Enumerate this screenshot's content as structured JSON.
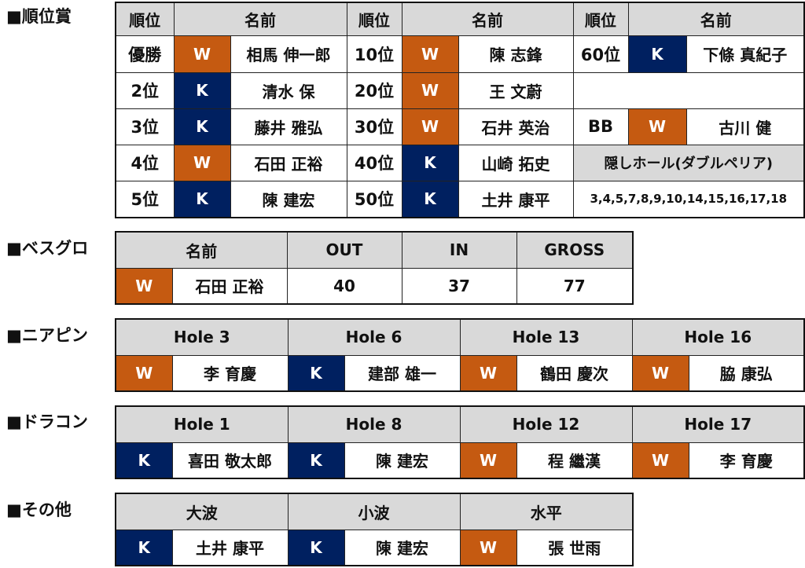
{
  "sections": {
    "ranking": "■順位賞",
    "best_gross": "■ベスグロ",
    "near_pin": "■ニアピン",
    "drive": "■ドラコン",
    "other": "■その他"
  },
  "ranking": {
    "header": {
      "rank": "順位",
      "name": "名前"
    },
    "col1": [
      {
        "rank": "優勝",
        "team": "W",
        "name": "相馬 伸一郎"
      },
      {
        "rank": "2位",
        "team": "K",
        "name": "清水 保"
      },
      {
        "rank": "3位",
        "team": "K",
        "name": "藤井 雅弘"
      },
      {
        "rank": "4位",
        "team": "W",
        "name": "石田 正裕"
      },
      {
        "rank": "5位",
        "team": "K",
        "name": "陳 建宏"
      }
    ],
    "col2": [
      {
        "rank": "10位",
        "team": "W",
        "name": "陳 志鋒"
      },
      {
        "rank": "20位",
        "team": "W",
        "name": "王 文蔚"
      },
      {
        "rank": "30位",
        "team": "W",
        "name": "石井 英治"
      },
      {
        "rank": "40位",
        "team": "K",
        "name": "山崎 拓史"
      },
      {
        "rank": "50位",
        "team": "K",
        "name": "土井 康平"
      }
    ],
    "col3": {
      "row1": {
        "rank": "60位",
        "team": "K",
        "name": "下條 真紀子"
      },
      "bb": {
        "rank": "BB",
        "team": "W",
        "name": "古川 健"
      },
      "hidden_holes_title": "隠しホール(ダブルペリア)",
      "hidden_holes": "3,4,5,7,8,9,10,14,15,16,17,18"
    }
  },
  "best_gross": {
    "headers": {
      "name": "名前",
      "out": "OUT",
      "in": "IN",
      "gross": "GROSS"
    },
    "row": {
      "team": "W",
      "name": "石田 正裕",
      "out": "40",
      "in": "37",
      "gross": "77"
    }
  },
  "near_pin": [
    {
      "hole": "Hole 3",
      "team": "W",
      "name": "李 育慶"
    },
    {
      "hole": "Hole 6",
      "team": "K",
      "name": "建部 雄一"
    },
    {
      "hole": "Hole 13",
      "team": "W",
      "name": "鶴田 慶次"
    },
    {
      "hole": "Hole 16",
      "team": "W",
      "name": "脇 康弘"
    }
  ],
  "drive": [
    {
      "hole": "Hole 1",
      "team": "K",
      "name": "喜田 敬太郎"
    },
    {
      "hole": "Hole 8",
      "team": "K",
      "name": "陳 建宏"
    },
    {
      "hole": "Hole 12",
      "team": "W",
      "name": "程 繼漢"
    },
    {
      "hole": "Hole 17",
      "team": "W",
      "name": "李 育慶"
    }
  ],
  "other": [
    {
      "title": "大波",
      "team": "K",
      "name": "土井 康平"
    },
    {
      "title": "小波",
      "team": "K",
      "name": "陳 建宏"
    },
    {
      "title": "水平",
      "team": "W",
      "name": "張 世雨"
    }
  ],
  "colors": {
    "team_w": "#c55a11",
    "team_k": "#002060",
    "header_bg": "#d9d9d9"
  }
}
